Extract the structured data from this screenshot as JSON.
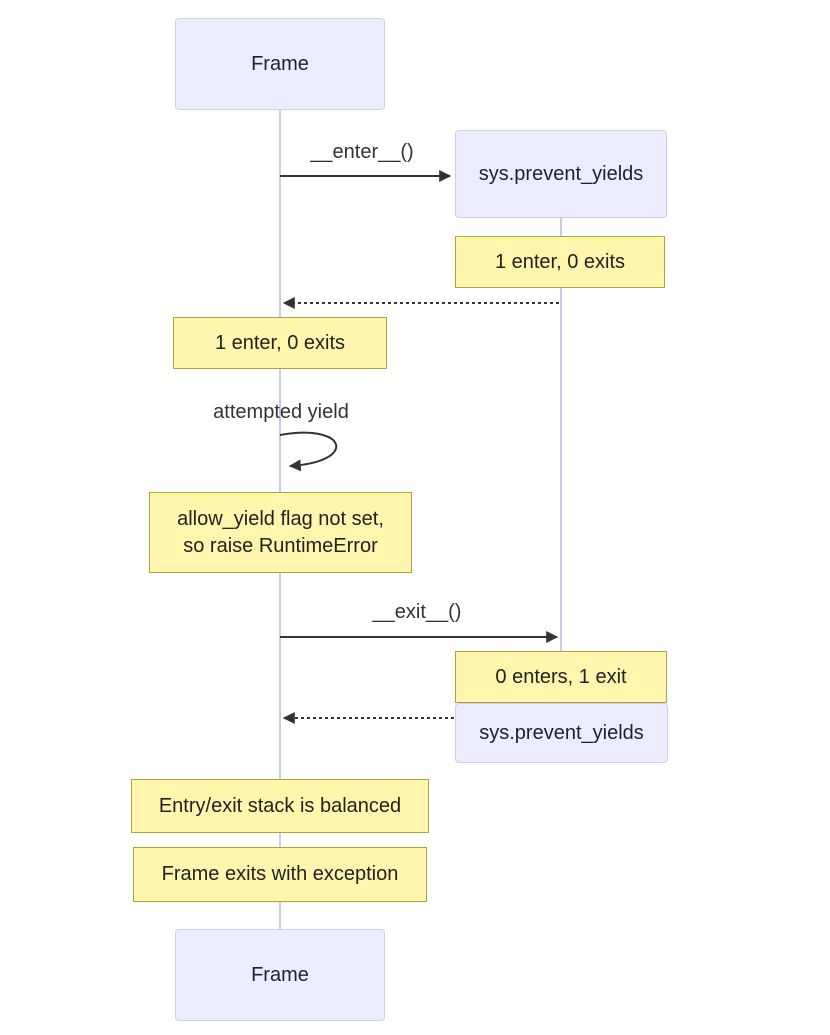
{
  "diagram": {
    "kind": "sequence-diagram",
    "participants": {
      "frame": {
        "label": "Frame"
      },
      "sys": {
        "label": "sys.prevent_yields"
      }
    },
    "messages": {
      "enter": {
        "label": "__enter__()",
        "from": "frame",
        "to": "sys",
        "line": "solid"
      },
      "enter_return": {
        "from": "sys",
        "to": "frame",
        "line": "dashed"
      },
      "attempted_yield": {
        "label": "attempted yield",
        "from": "frame",
        "to": "frame",
        "line": "self-loop"
      },
      "exit": {
        "label": "__exit__()",
        "from": "frame",
        "to": "sys",
        "line": "solid"
      },
      "exit_return": {
        "from": "sys",
        "to": "frame",
        "line": "dashed"
      }
    },
    "notes": {
      "sys_after_enter": {
        "text": "1 enter, 0 exits",
        "over": "sys"
      },
      "frame_after_enter": {
        "text": "1 enter, 0 exits",
        "over": "frame"
      },
      "yield_error": {
        "text": "allow_yield flag not set,\nso raise RuntimeError",
        "over": "frame"
      },
      "sys_after_exit": {
        "text": "0 enters, 1 exit",
        "over": "sys"
      },
      "stack_balanced": {
        "text": "Entry/exit stack is balanced",
        "over": "frame"
      },
      "frame_exception": {
        "text": "Frame exits with exception",
        "over": "frame"
      }
    },
    "colors": {
      "background": "#FFFFFF",
      "actor_fill": "#ECECFF",
      "actor_border": "#D2CAEB",
      "note_fill": "#FFF5AD",
      "note_border": "#AAAA33",
      "message_line": "#333333",
      "text": "#222222",
      "lifeline": "#CDC8E6"
    }
  }
}
